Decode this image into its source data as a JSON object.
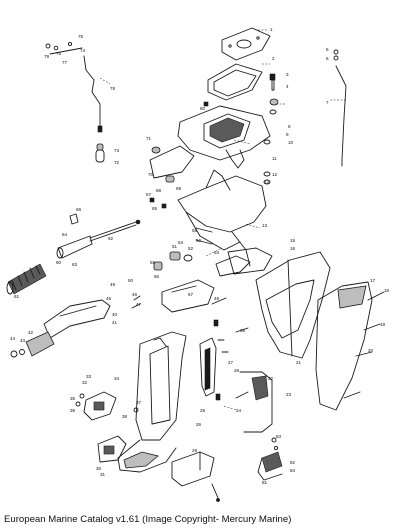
{
  "caption": "European Marine Catalog v1.61 (Image Copyright- Mercury Marine)",
  "callouts": [
    {
      "n": "1"
    },
    {
      "n": "2"
    },
    {
      "n": "3"
    },
    {
      "n": "4"
    },
    {
      "n": "5"
    },
    {
      "n": "6"
    },
    {
      "n": "7"
    },
    {
      "n": "8"
    },
    {
      "n": "9"
    },
    {
      "n": "10"
    },
    {
      "n": "11"
    },
    {
      "n": "12"
    },
    {
      "n": "13"
    },
    {
      "n": "14"
    },
    {
      "n": "15"
    },
    {
      "n": "16"
    },
    {
      "n": "17"
    },
    {
      "n": "18"
    },
    {
      "n": "19"
    },
    {
      "n": "20"
    },
    {
      "n": "21"
    },
    {
      "n": "22"
    },
    {
      "n": "23"
    },
    {
      "n": "24"
    },
    {
      "n": "25"
    },
    {
      "n": "26"
    },
    {
      "n": "27"
    },
    {
      "n": "28"
    },
    {
      "n": "29"
    },
    {
      "n": "30"
    },
    {
      "n": "31"
    },
    {
      "n": "32"
    },
    {
      "n": "33"
    },
    {
      "n": "34"
    },
    {
      "n": "35"
    },
    {
      "n": "36"
    },
    {
      "n": "37"
    },
    {
      "n": "38"
    },
    {
      "n": "39"
    },
    {
      "n": "40"
    },
    {
      "n": "41"
    },
    {
      "n": "42"
    },
    {
      "n": "43"
    },
    {
      "n": "44"
    },
    {
      "n": "45"
    },
    {
      "n": "46"
    },
    {
      "n": "47"
    },
    {
      "n": "48"
    },
    {
      "n": "49"
    },
    {
      "n": "50"
    },
    {
      "n": "51"
    },
    {
      "n": "52"
    },
    {
      "n": "53"
    },
    {
      "n": "54"
    },
    {
      "n": "55"
    },
    {
      "n": "56"
    },
    {
      "n": "57"
    },
    {
      "n": "58"
    },
    {
      "n": "59"
    },
    {
      "n": "60"
    },
    {
      "n": "61"
    },
    {
      "n": "62"
    },
    {
      "n": "63"
    },
    {
      "n": "64"
    },
    {
      "n": "65"
    },
    {
      "n": "66"
    },
    {
      "n": "67"
    },
    {
      "n": "68"
    },
    {
      "n": "69"
    },
    {
      "n": "70"
    },
    {
      "n": "71"
    },
    {
      "n": "72"
    },
    {
      "n": "73"
    },
    {
      "n": "74"
    },
    {
      "n": "75"
    },
    {
      "n": "76"
    },
    {
      "n": "77"
    },
    {
      "n": "78"
    },
    {
      "n": "79"
    },
    {
      "n": "80"
    },
    {
      "n": "81"
    },
    {
      "n": "82"
    },
    {
      "n": "83"
    },
    {
      "n": "84"
    }
  ]
}
